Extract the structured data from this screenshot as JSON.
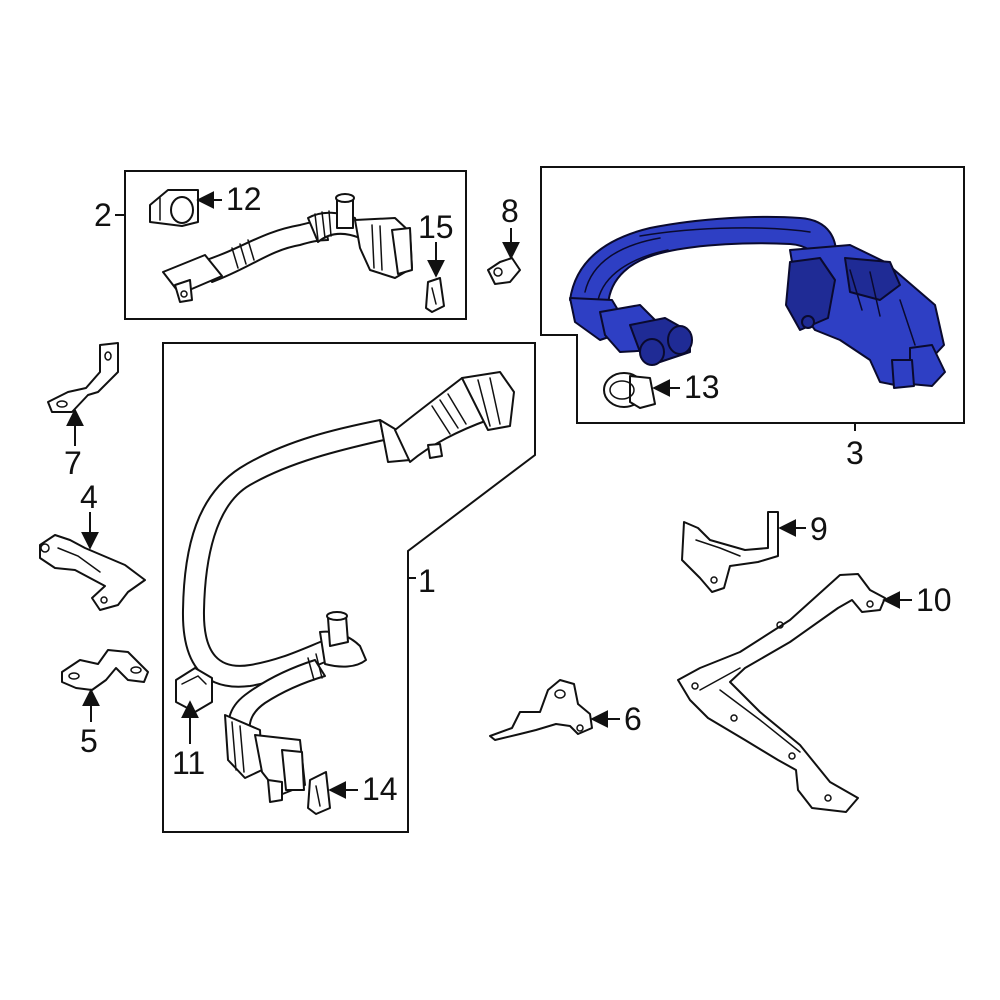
{
  "callouts": {
    "c1": "1",
    "c2": "2",
    "c3": "3",
    "c4": "4",
    "c5": "5",
    "c6": "6",
    "c7": "7",
    "c8": "8",
    "c9": "9",
    "c10": "10",
    "c11": "11",
    "c12": "12",
    "c13": "13",
    "c14": "14",
    "c15": "15"
  },
  "colors": {
    "highlight": "#2e3fc4",
    "highlight_dark": "#1f2b95",
    "line": "#111111",
    "background": "#ffffff"
  }
}
